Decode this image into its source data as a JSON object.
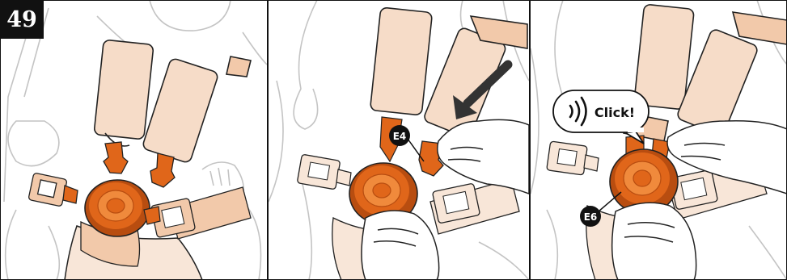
{
  "step_number": "49",
  "panels": [
    {
      "id": "p1",
      "callout": ""
    },
    {
      "id": "p2",
      "callout": "E4"
    },
    {
      "id": "p3",
      "callout": "E6",
      "sound_text": "Click!"
    }
  ],
  "colors": {
    "outline": "#1a1a1a",
    "sketch": "#b9b9b9",
    "pad": "#f6dcc8",
    "pad_dark": "#eac3a6",
    "orange": "#e0661a",
    "orange_dark": "#b84d10",
    "orange_light": "#f08a3c",
    "strap": "#f2c9aa",
    "arrow": "#333333"
  }
}
